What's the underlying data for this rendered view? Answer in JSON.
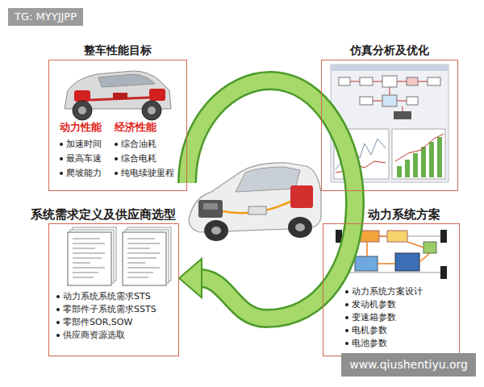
{
  "diagram": {
    "nodes": [
      {
        "text": [
          "整车性能目标",
          "动力性能",
          "加速时间",
          "最高车速",
          "爬坡能力",
          "经济性能",
          "综合油耗",
          "综合电耗",
          "纯电续驶里程"
        ]
      },
      {
        "text": [
          "仿真分析及优化"
        ]
      },
      {
        "text": [
          "动力系统方案",
          "动力系统方案设计",
          "发动机参数",
          "变速箱参数",
          "电机参数",
          "电池参数"
        ]
      },
      {
        "text": [
          "系统需求定义及供应商选型",
          "动力系统系统需求STS",
          "零部件子系统需求SSTS",
          "零部件SOR,SOW",
          "供应商资源选取"
        ]
      }
    ],
    "edges": [
      {
        "from": 0,
        "to": 3,
        "arrow": "to"
      }
    ],
    "labels": [
      "TG: MYYJJPP",
      "www.qiushentiyu.org"
    ]
  }
}
